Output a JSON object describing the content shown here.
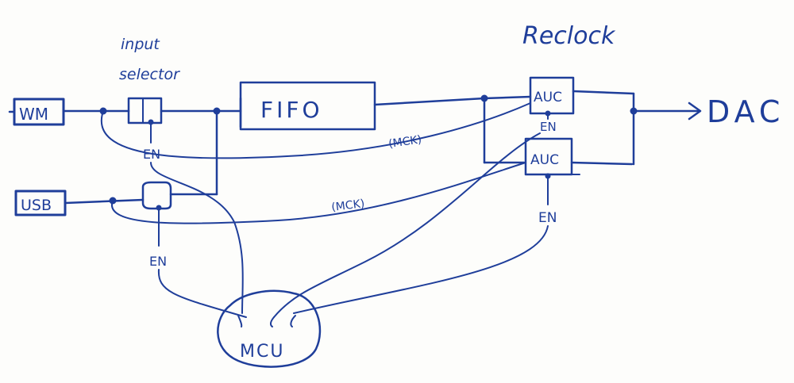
{
  "diagram": {
    "ink_color": "#1f3e9a",
    "paper_color": "#fdfdfb",
    "labels": {
      "wm": "WM",
      "usb": "USB",
      "input_selector_line1": "input",
      "input_selector_line2": "selector",
      "fifo": "FIFO",
      "reclock": "Reclock",
      "auc_top": "AUC",
      "auc_bottom": "AUC",
      "dac": "DAC",
      "mcu": "MCU",
      "en_selector_top": "EN",
      "en_selector_bottom": "EN",
      "en_auc_top": "EN",
      "en_auc_bottom": "EN",
      "mck_upper": "(MCK)",
      "mck_lower": "(MCK)"
    }
  }
}
